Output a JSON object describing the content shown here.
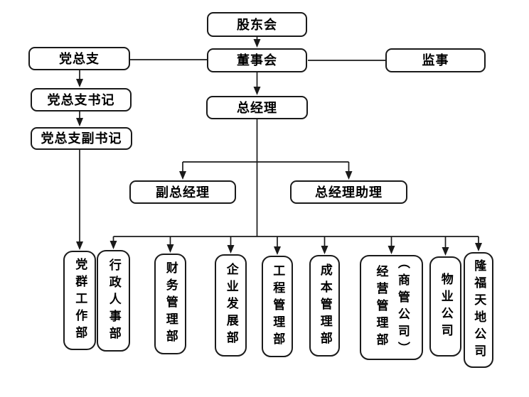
{
  "diagram": {
    "type": "org-chart",
    "colors": {
      "background": "#ffffff",
      "box_border": "#1a1a1a",
      "line": "#1a1a1a",
      "text": "#000000"
    },
    "nodes": {
      "shareholders": "股东会",
      "board": "董事会",
      "party_branch": "党总支",
      "supervisors": "监事",
      "party_branch_secretary": "党总支书记",
      "party_branch_deputy_secretary": "党总支副书记",
      "general_manager": "总经理",
      "deputy_general_manager": "副总经理",
      "general_manager_assistant": "总经理助理"
    },
    "departments": [
      {
        "label": "党群工作部"
      },
      {
        "label": "行政人事部"
      },
      {
        "label": "财务管理部"
      },
      {
        "label": "企业发展部"
      },
      {
        "label": "工程管理部"
      },
      {
        "label": "成本管理部"
      },
      {
        "label": "经营管理部",
        "sublabel": "（商管公司）"
      },
      {
        "label": "物业公司"
      },
      {
        "label": "隆福天地公司"
      }
    ]
  }
}
